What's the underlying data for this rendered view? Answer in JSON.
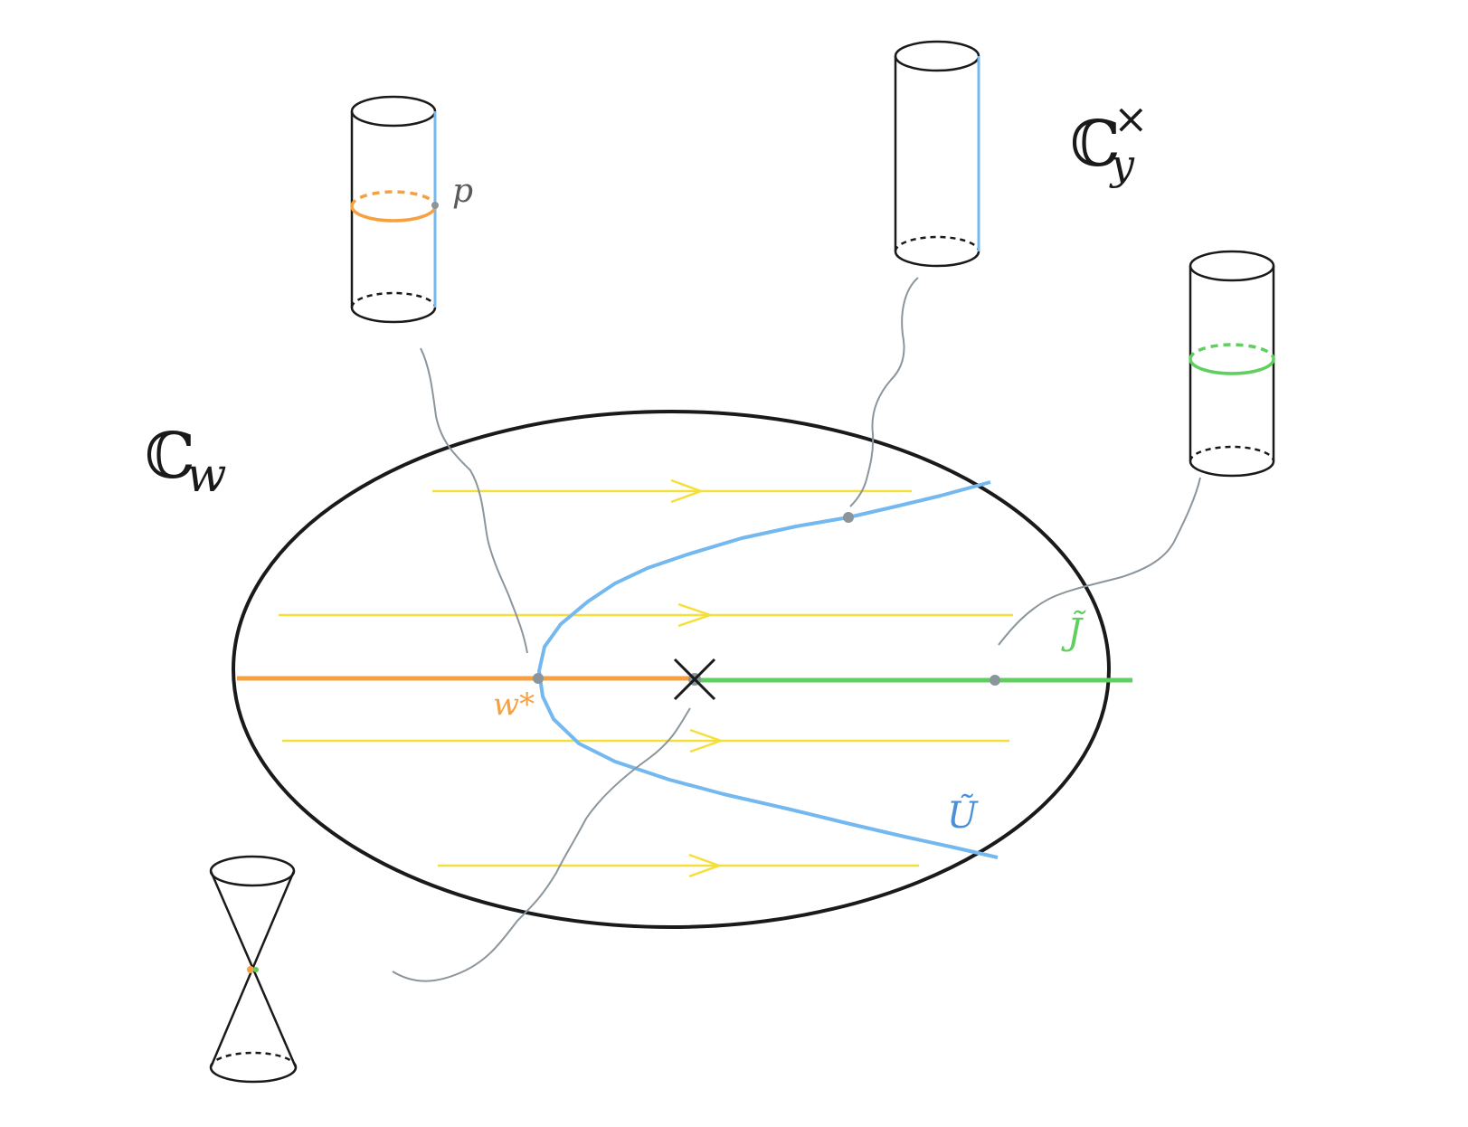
{
  "labels": {
    "plane_label": "ℂ",
    "plane_sub": "w",
    "fiber_label": "ℂ",
    "fiber_sup": "×",
    "fiber_sub": "y",
    "point_p": "p",
    "point_wstar": "w*",
    "curve_U": "Ũ",
    "curve_J": "J̃"
  },
  "colors": {
    "outline": "#1a1a1a",
    "orange": "#f7a040",
    "green": "#5fcf5f",
    "blue": "#74b8f0",
    "yellow": "#f5df3a",
    "gray": "#8a959c",
    "label_gray": "#5a5a5a"
  }
}
